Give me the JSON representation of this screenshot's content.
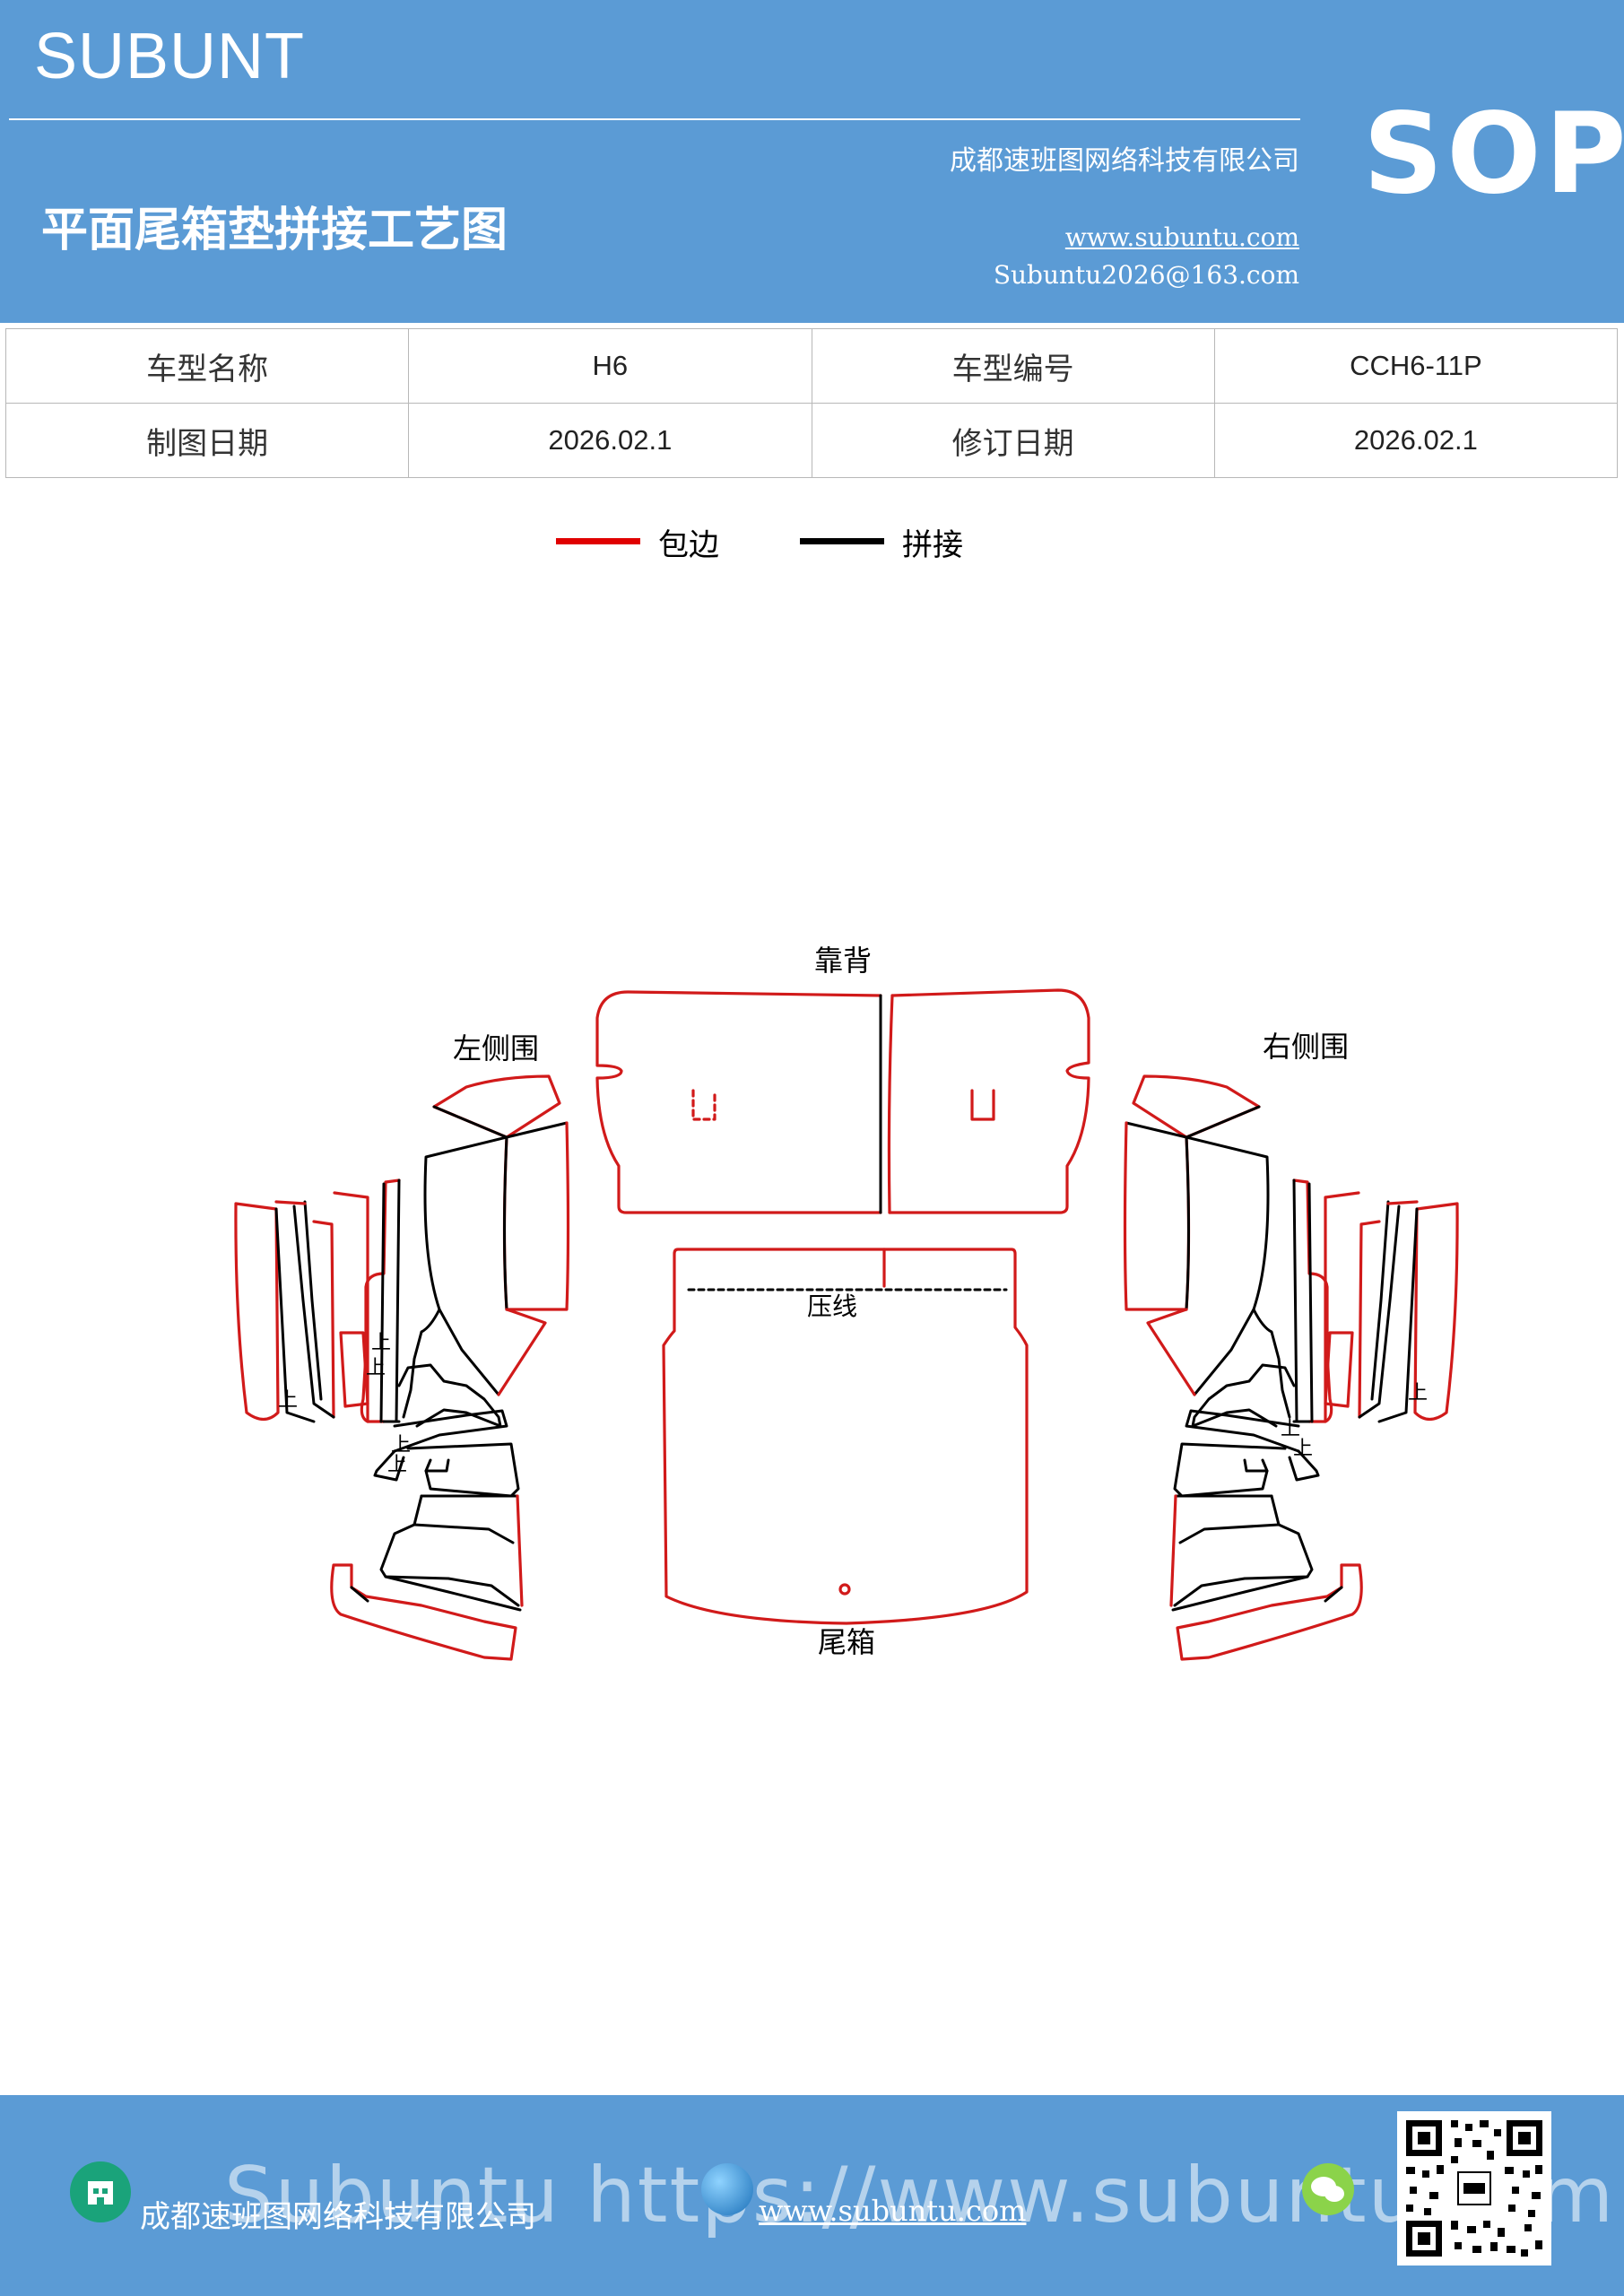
{
  "header": {
    "brand": "SUBUNT",
    "sop": "SOP",
    "title": "平面尾箱垫拼接工艺图",
    "company": "成都速班图网络科技有限公司",
    "website": "www.subuntu.com",
    "email": "Subuntu2026@163.com"
  },
  "info_table": {
    "rows": [
      [
        "车型名称",
        "H6",
        "车型编号",
        "CCH6-11P"
      ],
      [
        "制图日期",
        "2026.02.1",
        "修订日期",
        "2026.02.1"
      ]
    ]
  },
  "legend": {
    "items": [
      {
        "label": "包边",
        "color": "#e00000"
      },
      {
        "label": "拼接",
        "color": "#000000"
      }
    ]
  },
  "diagram": {
    "labels": {
      "back": "靠背",
      "left_side": "左侧围",
      "right_side": "右侧围",
      "press_line": "压线",
      "trunk": "尾箱",
      "up_mark": "上"
    },
    "colors": {
      "edge": "#d11a1a",
      "seam": "#000000"
    }
  },
  "footer": {
    "ghost_text": "Subuntu https://www.subuntu.com",
    "company": "成都速班图网络科技有限公司",
    "website": "www.subuntu.com",
    "icons": [
      "company-icon",
      "globe-icon",
      "wechat-icon",
      "qr-code"
    ]
  }
}
